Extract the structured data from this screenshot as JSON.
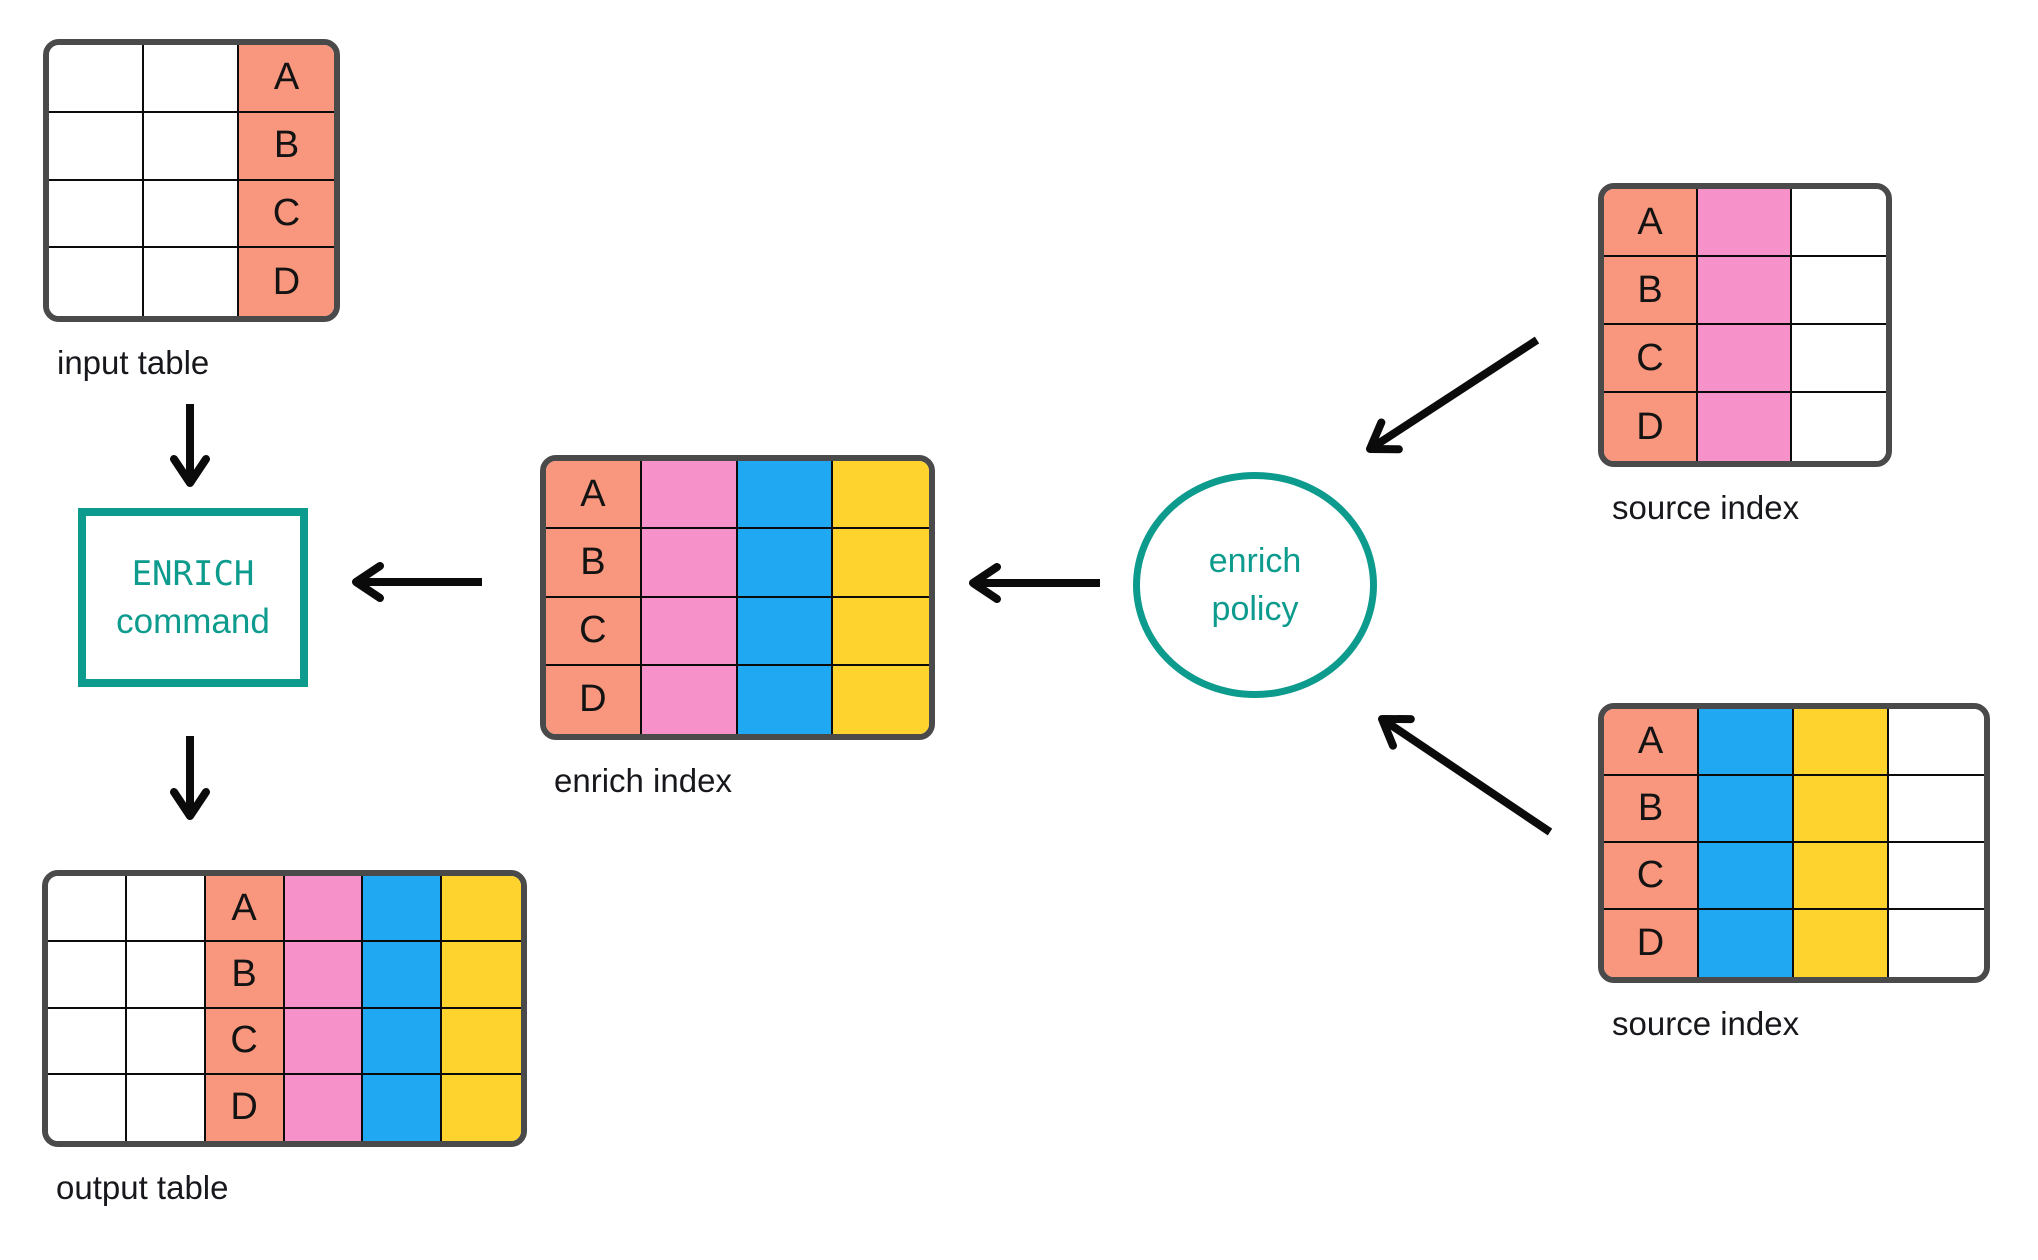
{
  "colors": {
    "white": "#ffffff",
    "salmon": "#F9967E",
    "pink": "#F791C9",
    "blue": "#20A9F2",
    "yellow": "#FFD32E",
    "teal": "#0D9B8E",
    "table_border": "#4A4A4A",
    "grid_line": "#0B0B0B",
    "text": "#17181C",
    "arrow": "#0B0B0B"
  },
  "nodes": {
    "enrich_command": {
      "line1": "ENRICH",
      "line2": "command"
    },
    "enrich_policy": {
      "line1": "enrich",
      "line2": "policy"
    }
  },
  "tables": {
    "input_table": {
      "label": "input table",
      "row_labels": [
        "A",
        "B",
        "C",
        "D"
      ],
      "columns": [
        {
          "color": "white",
          "labeled": false
        },
        {
          "color": "white",
          "labeled": false
        },
        {
          "color": "salmon",
          "labeled": true
        }
      ]
    },
    "enrich_index": {
      "label": "enrich index",
      "row_labels": [
        "A",
        "B",
        "C",
        "D"
      ],
      "columns": [
        {
          "color": "salmon",
          "labeled": true
        },
        {
          "color": "pink",
          "labeled": false
        },
        {
          "color": "blue",
          "labeled": false
        },
        {
          "color": "yellow",
          "labeled": false
        }
      ]
    },
    "source_index_top": {
      "label": "source index",
      "row_labels": [
        "A",
        "B",
        "C",
        "D"
      ],
      "columns": [
        {
          "color": "salmon",
          "labeled": true
        },
        {
          "color": "pink",
          "labeled": false
        },
        {
          "color": "white",
          "labeled": false
        }
      ]
    },
    "source_index_bottom": {
      "label": "source index",
      "row_labels": [
        "A",
        "B",
        "C",
        "D"
      ],
      "columns": [
        {
          "color": "salmon",
          "labeled": true
        },
        {
          "color": "blue",
          "labeled": false
        },
        {
          "color": "yellow",
          "labeled": false
        },
        {
          "color": "white",
          "labeled": false
        }
      ]
    },
    "output_table": {
      "label": "output table",
      "row_labels": [
        "A",
        "B",
        "C",
        "D"
      ],
      "columns": [
        {
          "color": "white",
          "labeled": false
        },
        {
          "color": "white",
          "labeled": false
        },
        {
          "color": "salmon",
          "labeled": true
        },
        {
          "color": "pink",
          "labeled": false
        },
        {
          "color": "blue",
          "labeled": false
        },
        {
          "color": "yellow",
          "labeled": false
        }
      ]
    }
  }
}
